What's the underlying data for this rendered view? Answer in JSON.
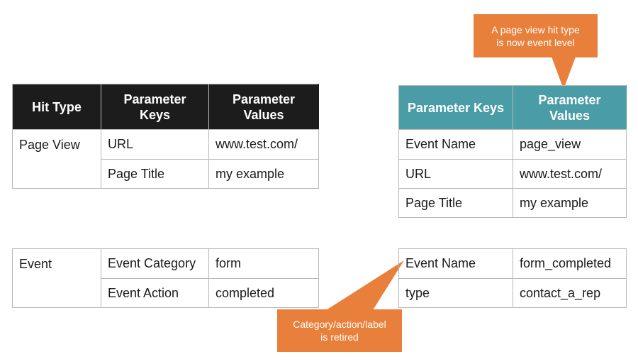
{
  "ua_pageview": {
    "headers": [
      "Hit Type",
      "Parameter Keys",
      "Parameter Values"
    ],
    "hit_type": "Page View",
    "rows": [
      {
        "key": "URL",
        "value": "www.test.com/"
      },
      {
        "key": "Page Title",
        "value": "my example"
      }
    ]
  },
  "ga4_pageview": {
    "headers": [
      "Parameter Keys",
      "Parameter Values"
    ],
    "rows": [
      {
        "key": "Event Name",
        "value": "page_view"
      },
      {
        "key": "URL",
        "value": "www.test.com/"
      },
      {
        "key": "Page Title",
        "value": "my example"
      }
    ]
  },
  "ua_event": {
    "hit_type": "Event",
    "rows": [
      {
        "key": "Event Category",
        "value": "form"
      },
      {
        "key": "Event Action",
        "value": "completed"
      }
    ]
  },
  "ga4_event": {
    "rows": [
      {
        "key": "Event Name",
        "value": "form_completed"
      },
      {
        "key": "type",
        "value": "contact_a_rep"
      }
    ]
  },
  "callouts": {
    "top": [
      "A page view hit type",
      "is now event level"
    ],
    "bottom": [
      "Category/action/label",
      "is retired"
    ],
    "color": "#e8803c"
  },
  "colors": {
    "dark_header": "#1c1c1c",
    "teal_header": "#4a9ca6"
  }
}
